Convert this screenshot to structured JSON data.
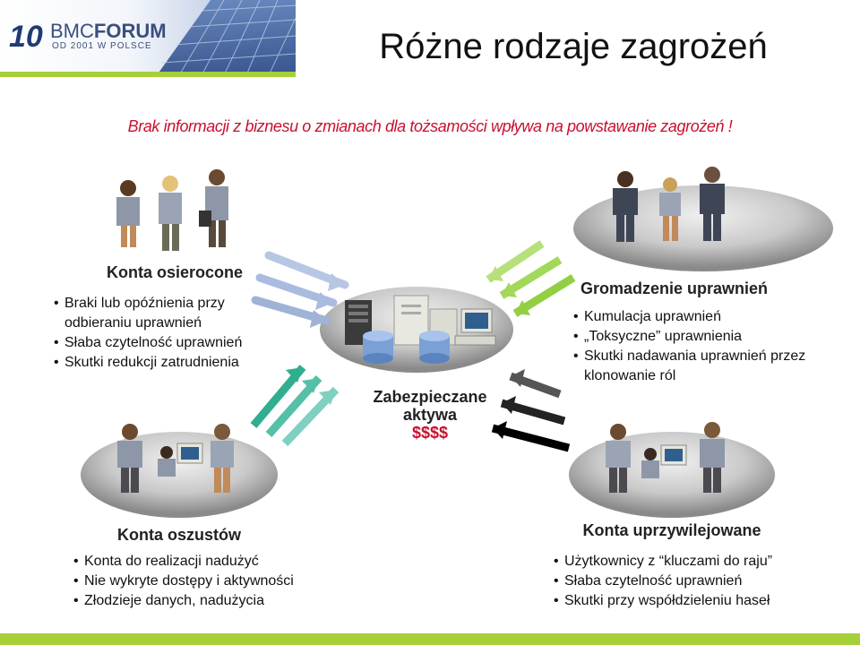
{
  "header": {
    "logo_number": "10",
    "logo_brand_light": "BMC",
    "logo_brand_bold": "FORUM",
    "logo_tagline": "OD 2001 W POLSCE"
  },
  "title": "Różne rodzaje zagrożeń",
  "subtitle": "Brak informacji z biznesu o zmianach dla tożsamości wpływa na powstawanie zagrożeń !",
  "sections": {
    "orphaned": {
      "title": "Konta osierocone",
      "items": [
        "Braki lub opóźnienia przy odbieraniu uprawnień",
        "Słaba czytelność uprawnień",
        "Skutki redukcji zatrudnienia"
      ]
    },
    "accumulation": {
      "title": "Gromadzenie uprawnień",
      "items": [
        "Kumulacja uprawnień",
        "„Toksyczne” uprawnienia",
        "Skutki nadawania uprawnień przez klonowanie ról"
      ]
    },
    "fraud": {
      "title": "Konta oszustów",
      "items": [
        "Konta do realizacji nadużyć",
        "Nie wykryte dostępy i aktywności",
        "Złodzieje danych, nadużycia"
      ]
    },
    "privileged": {
      "title": "Konta uprzywilejowane",
      "items": [
        "Użytkownicy z “kluczami do raju”",
        "Słaba czytelność uprawnień",
        "Skutki przy współdzieleniu haseł"
      ]
    }
  },
  "center": {
    "label_line1": "Zabezpieczane",
    "label_line2": "aktywa",
    "money": "$$$$"
  },
  "colors": {
    "accent_green": "#a7cf3a",
    "subtitle_red": "#c8102e",
    "arrow_blue": "#9fb3d6",
    "arrow_green": "#9bd34a",
    "arrow_teal": "#3fb89e",
    "arrow_black": "#111111"
  }
}
